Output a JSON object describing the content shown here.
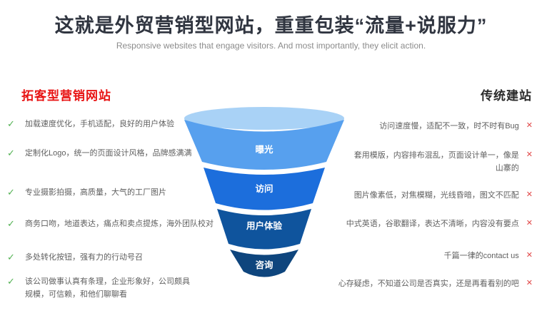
{
  "header": {
    "title": "这就是外贸营销型网站，重重包装“流量+说服力”",
    "subtitle": "Responsive websites that engage visitors. And most importantly, they elicit action."
  },
  "comparison": {
    "left": {
      "heading": "拓客型营销网站",
      "heading_color": "#e81414",
      "check_icon": "✓",
      "check_color": "#52b152",
      "items": [
        "加载速度优化，手机适配，良好的用户体验",
        "定制化Logo，统一的页面设计风格，品牌感满满",
        "专业摄影拍摄，高质量，大气的工厂图片",
        "商务口吻，地道表达，痛点和卖点提炼，海外团队校对",
        "多处转化按钮，强有力的行动号召",
        "该公司做事认真有条理，企业形象好，公司颇具规模，可信赖，和他们聊聊看"
      ]
    },
    "right": {
      "heading": "传统建站",
      "x_icon": "✕",
      "x_color": "#e14848",
      "items": [
        "访问速度慢，适配不一致，时不时有Bug",
        "套用模版，内容排布混乱，页面设计单一，像是山寨的",
        "图片像素低，对焦模糊，光线昏暗，图文不匹配",
        "中式英语，谷歌翻译，表达不清晰，内容没有要点",
        "千篇一律的contact us",
        "心存疑虑，不知道公司是否真实，还是再看看别的吧"
      ]
    }
  },
  "funnel": {
    "top_color": "#a9d2f6",
    "levels": [
      {
        "label": "曝光",
        "color": "#57a0ee"
      },
      {
        "label": "访问",
        "color": "#1c6edc"
      },
      {
        "label": "用户体验",
        "color": "#0f549d"
      },
      {
        "label": "咨询",
        "color": "#0e457d"
      }
    ]
  }
}
